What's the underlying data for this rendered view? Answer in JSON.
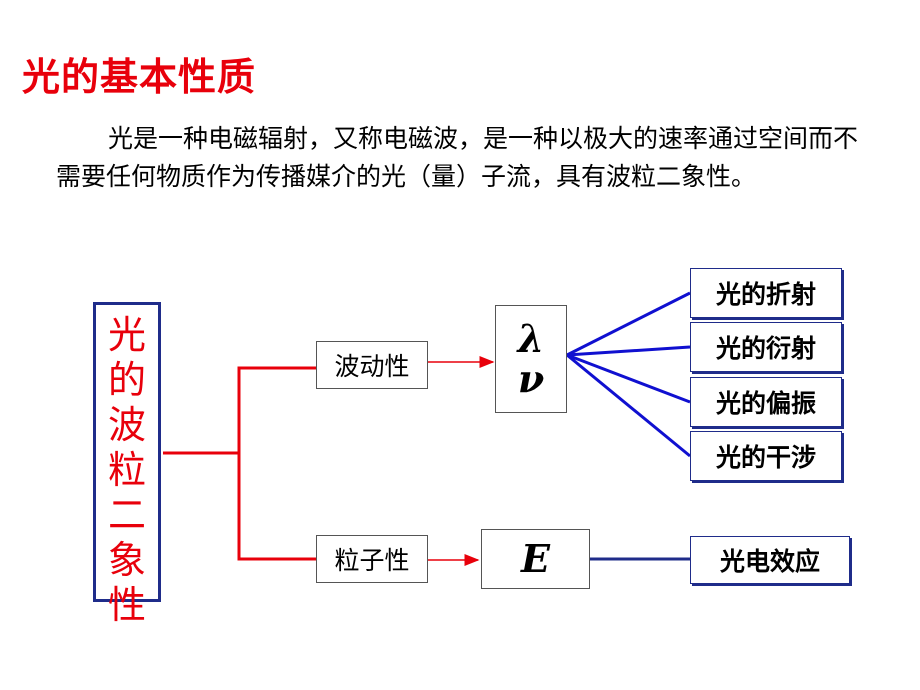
{
  "title": "光的基本性质",
  "paragraph": "光是一种电磁辐射，又称电磁波，是一种以极大的速率通过空间而不需要任何物质作为传播媒介的光（量）子流，具有波粒二象性。",
  "diagram": {
    "root": "光\n的\n波\n粒\n二\n象\n性",
    "wave": {
      "label": "波动性",
      "symbols": [
        "λ",
        "ν"
      ],
      "effects": [
        "光的折射",
        "光的衍射",
        "光的偏振",
        "光的干涉"
      ]
    },
    "particle": {
      "label": "粒子性",
      "symbol": "E",
      "effect": "光电效应"
    }
  },
  "colors": {
    "title": "#e8000b",
    "red_connector": "#e8000b",
    "blue_connector": "#1010d0",
    "navy_border": "#1f2c8a"
  }
}
